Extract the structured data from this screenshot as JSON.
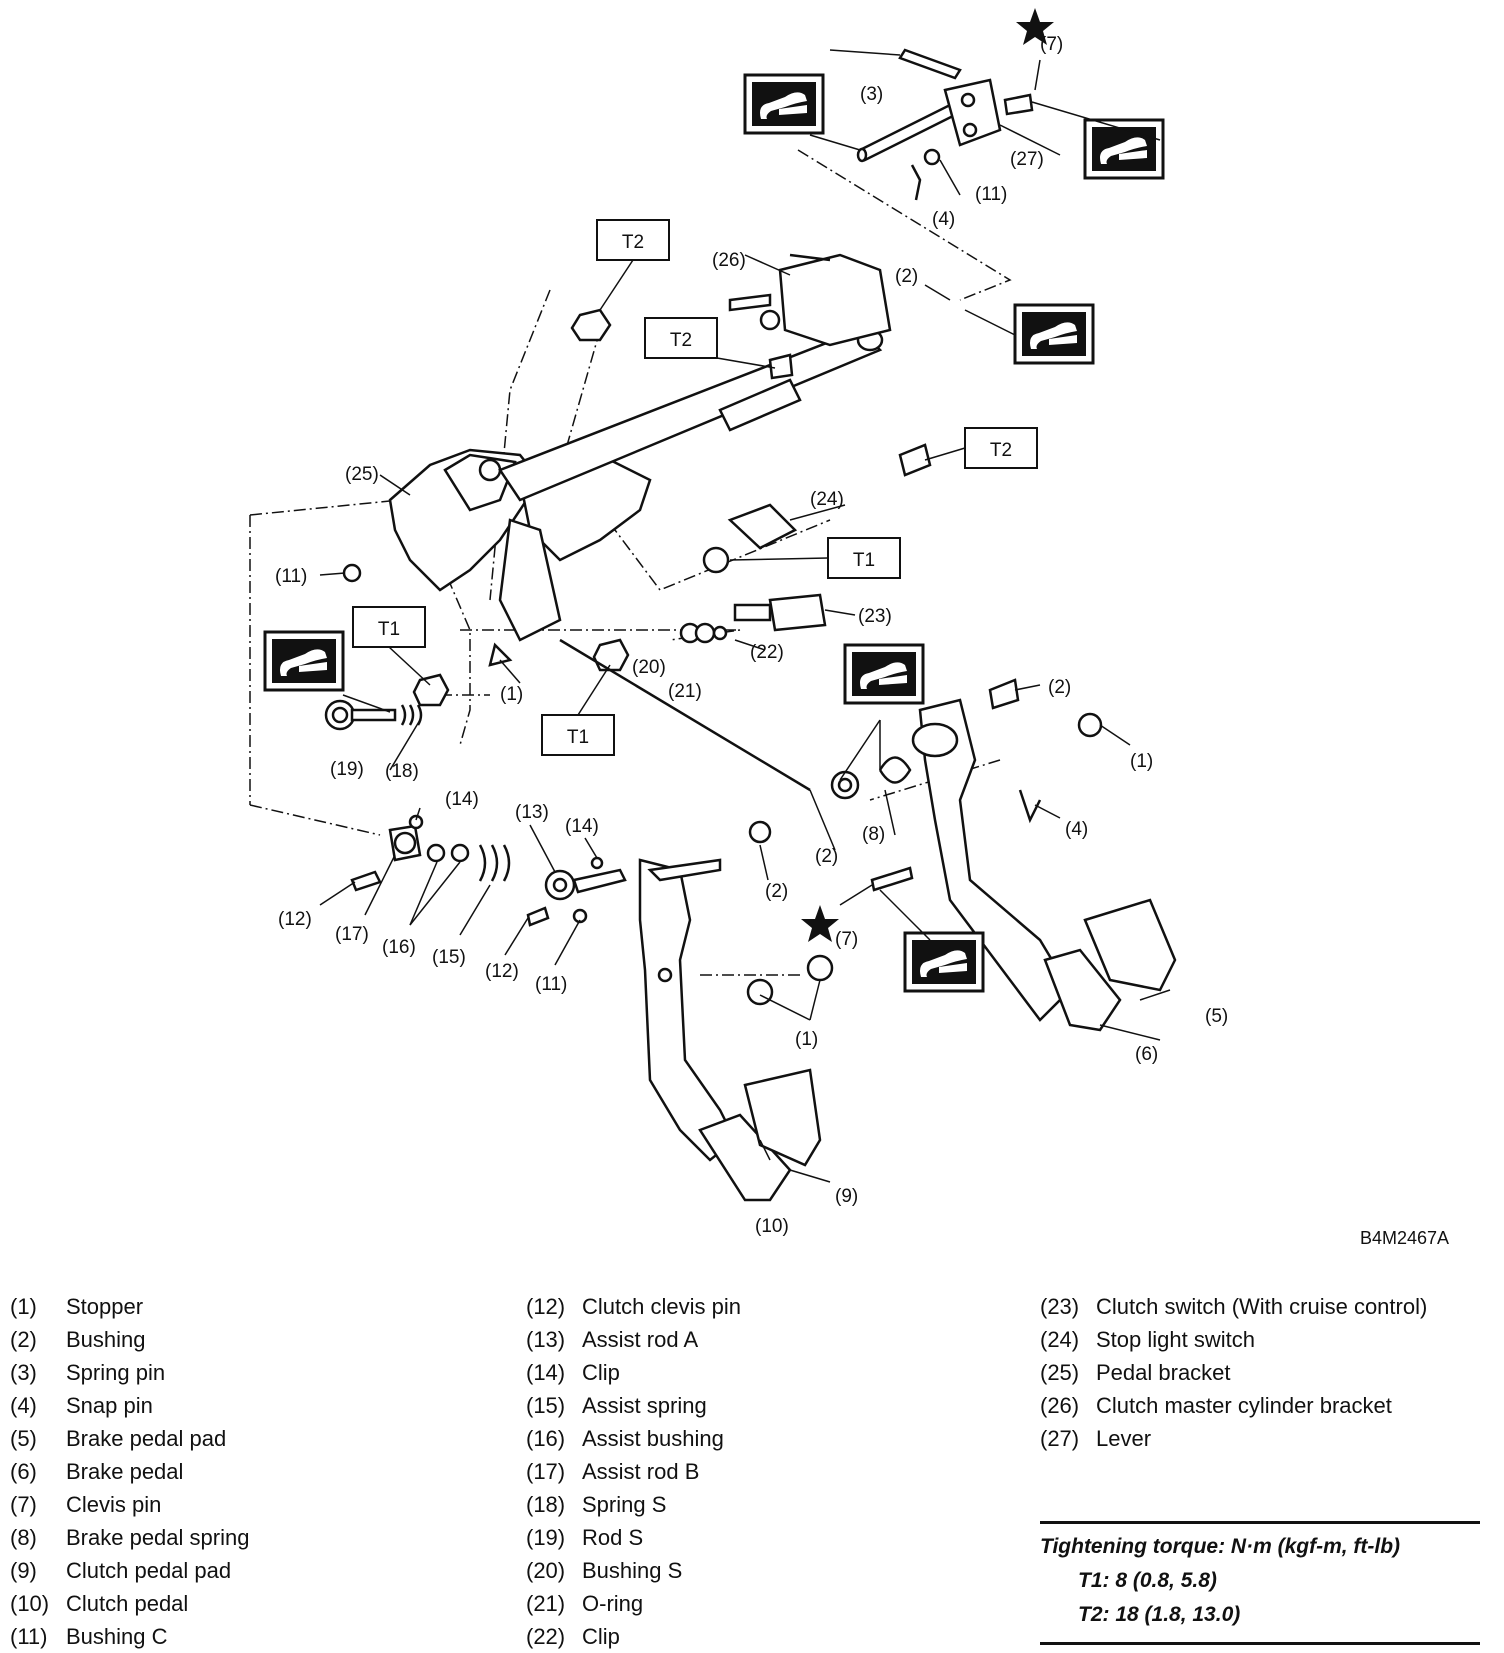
{
  "figure_code": "B4M2467A",
  "callouts": {
    "n1": "(1)",
    "n2": "(2)",
    "n3": "(3)",
    "n4": "(4)",
    "n5": "(5)",
    "n6": "(6)",
    "n7": "(7)",
    "n8": "(8)",
    "n9": "(9)",
    "n10": "(10)",
    "n11": "(11)",
    "n12": "(12)",
    "n13": "(13)",
    "n14": "(14)",
    "n15": "(15)",
    "n16": "(16)",
    "n17": "(17)",
    "n18": "(18)",
    "n19": "(19)",
    "n20": "(20)",
    "n21": "(21)",
    "n22": "(22)",
    "n23": "(23)",
    "n24": "(24)",
    "n25": "(25)",
    "n26": "(26)",
    "n27": "(27)",
    "t1": "T1",
    "t2": "T2"
  },
  "legend": [
    {
      "num": "(1)",
      "name": "Stopper"
    },
    {
      "num": "(2)",
      "name": "Bushing"
    },
    {
      "num": "(3)",
      "name": "Spring pin"
    },
    {
      "num": "(4)",
      "name": "Snap pin"
    },
    {
      "num": "(5)",
      "name": "Brake pedal pad"
    },
    {
      "num": "(6)",
      "name": "Brake pedal"
    },
    {
      "num": "(7)",
      "name": "Clevis pin"
    },
    {
      "num": "(8)",
      "name": "Brake pedal spring"
    },
    {
      "num": "(9)",
      "name": "Clutch pedal pad"
    },
    {
      "num": "(10)",
      "name": "Clutch pedal"
    },
    {
      "num": "(11)",
      "name": "Bushing C"
    },
    {
      "num": "(12)",
      "name": "Clutch clevis pin"
    },
    {
      "num": "(13)",
      "name": "Assist rod A"
    },
    {
      "num": "(14)",
      "name": "Clip"
    },
    {
      "num": "(15)",
      "name": "Assist spring"
    },
    {
      "num": "(16)",
      "name": "Assist bushing"
    },
    {
      "num": "(17)",
      "name": "Assist rod B"
    },
    {
      "num": "(18)",
      "name": "Spring S"
    },
    {
      "num": "(19)",
      "name": "Rod S"
    },
    {
      "num": "(20)",
      "name": "Bushing S"
    },
    {
      "num": "(21)",
      "name": "O-ring"
    },
    {
      "num": "(22)",
      "name": "Clip"
    },
    {
      "num": "(23)",
      "name": "Clutch switch (With cruise control)"
    },
    {
      "num": "(24)",
      "name": "Stop light switch"
    },
    {
      "num": "(25)",
      "name": "Pedal bracket"
    },
    {
      "num": "(26)",
      "name": "Clutch master cylinder bracket"
    },
    {
      "num": "(27)",
      "name": "Lever"
    }
  ],
  "torque": {
    "heading": "Tightening torque: N·m (kgf-m, ft-lb)",
    "t1": "T1: 8 (0.8, 5.8)",
    "t2": "T2: 18 (1.8, 13.0)"
  }
}
